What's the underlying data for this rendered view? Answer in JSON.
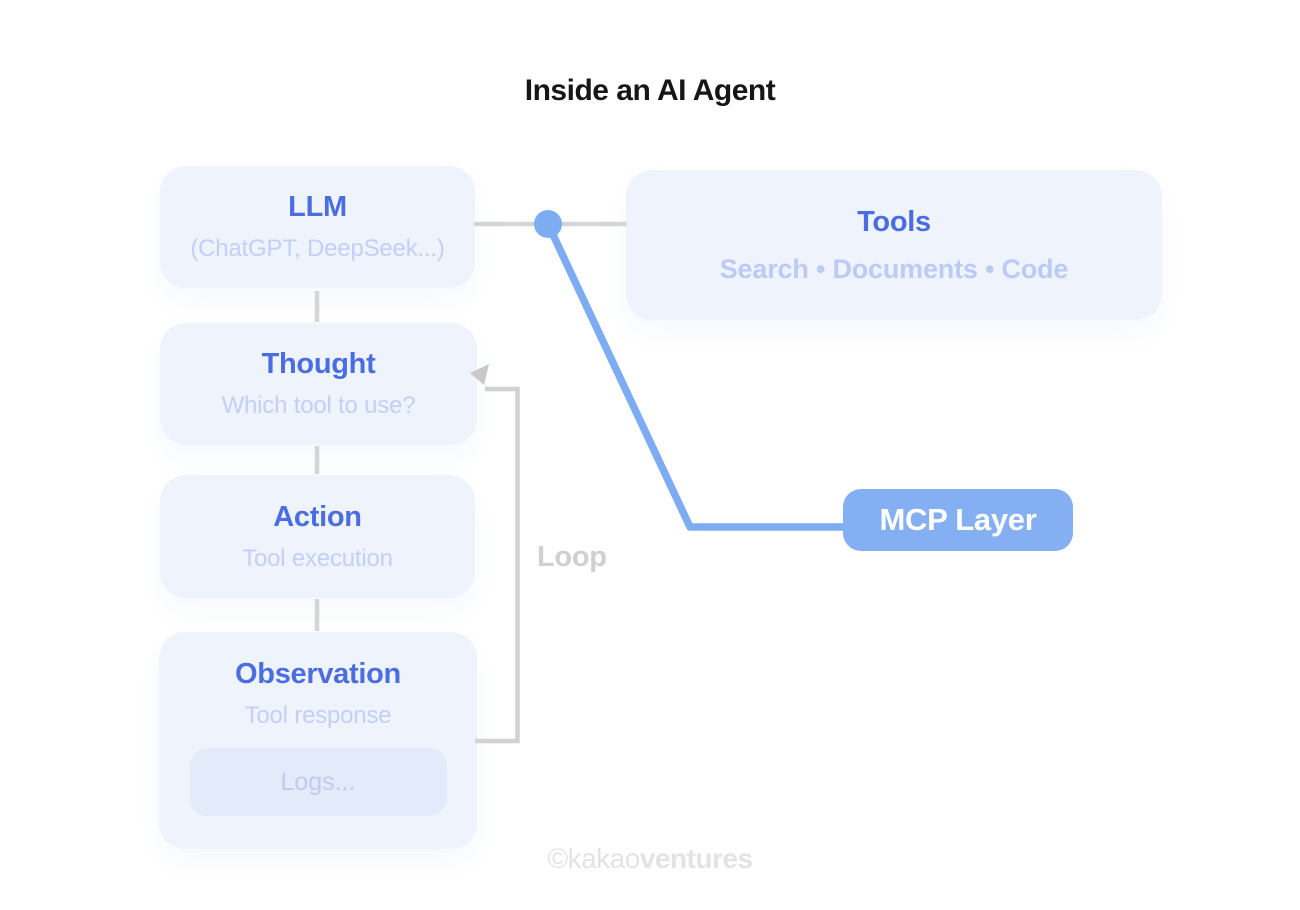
{
  "title": "Inside an AI Agent",
  "diagram": {
    "nodes": {
      "llm": {
        "label": "LLM",
        "sublabel": "(ChatGPT, DeepSeek...)"
      },
      "tools": {
        "label": "Tools",
        "sublabel": "Search • Documents • Code"
      },
      "thought": {
        "label": "Thought",
        "sublabel": "Which tool to use?"
      },
      "action": {
        "label": "Action",
        "sublabel": "Tool execution"
      },
      "observation": {
        "label": "Observation",
        "sublabel": "Tool response",
        "logs": "Logs..."
      },
      "mcp_layer": {
        "label": "MCP Layer"
      }
    },
    "loop_label": "Loop"
  },
  "watermark": {
    "prefix": "©kakao",
    "suffix": "ventures"
  },
  "colors": {
    "page_background": "#FFFFFF",
    "title_text": "#161618",
    "node_background": "#EFF3FC",
    "node_title": "#4A6EE2",
    "node_subtitle": "#C3D0F5",
    "logs_background": "#E3EAFA",
    "logs_text": "#BFCBEF",
    "mcp_background": "#85AFF3",
    "mcp_text": "#FFFFFF",
    "accent_line": "#7EACF2",
    "gray_connector": "#D5D5D5",
    "loop_label_text": "#D0D0D0",
    "watermark_text": "#E3E3E3"
  }
}
